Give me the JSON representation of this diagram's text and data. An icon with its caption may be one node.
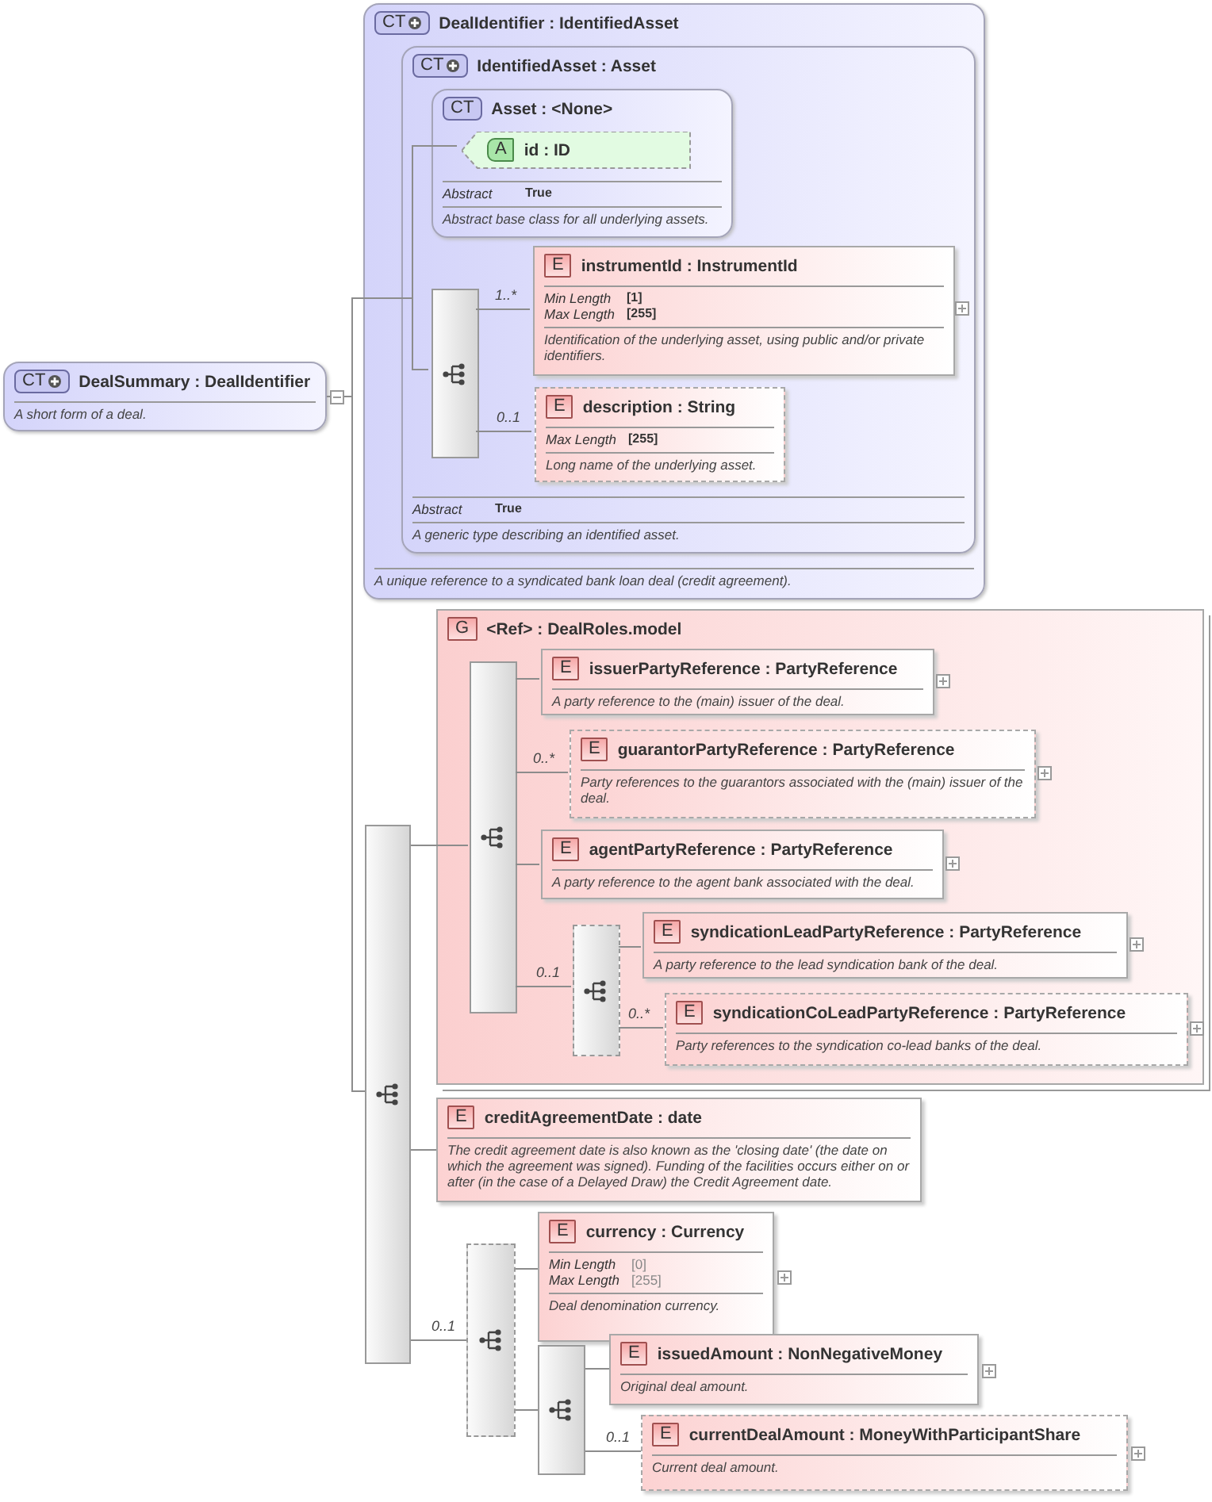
{
  "diagram": {
    "nodes": [
      {
        "text": [
          "CT",
          "DealSummary : DealIdentifier",
          "A short form of a deal."
        ]
      },
      {
        "text": [
          "CT",
          "DealIdentifier : IdentifiedAsset",
          "A unique reference to a syndicated bank loan deal (credit agreement)."
        ]
      },
      {
        "text": [
          "CT",
          "IdentifiedAsset : Asset",
          "Abstract",
          "True",
          "A generic type describing an identified asset."
        ],
        "in": 1
      },
      {
        "text": [
          "CT",
          "Asset : <None>",
          "Abstract",
          "True",
          "Abstract base class for all underlying assets."
        ],
        "in": 2
      },
      {
        "text": [
          "A",
          "id : ID"
        ],
        "in": 3
      },
      {
        "text": [],
        "shape": "box",
        "in": 2
      },
      {
        "text": [
          "E",
          "instrumentId : InstrumentId",
          "Min Length",
          "[1]",
          "Max Length",
          "[255]",
          "Identification of the underlying asset, using public and/or private identifiers."
        ],
        "in": 2
      },
      {
        "text": [
          "E",
          "description : String",
          "Max Length",
          "[255]",
          "Long name of the underlying asset."
        ],
        "in": 2
      },
      {
        "text": [],
        "shape": "box"
      },
      {
        "text": [
          "G",
          "<Ref> : DealRoles.model"
        ]
      },
      {
        "text": [],
        "shape": "box",
        "in": 9
      },
      {
        "text": [
          "E",
          "issuerPartyReference : PartyReference",
          "A party reference to the (main) issuer of the deal."
        ],
        "in": 9
      },
      {
        "text": [
          "E",
          "guarantorPartyReference : PartyReference",
          "Party references to the guarantors associated with the (main) issuer of the deal."
        ],
        "in": 9
      },
      {
        "text": [
          "E",
          "agentPartyReference : PartyReference",
          "A party reference to the agent bank associated with the deal."
        ],
        "in": 9
      },
      {
        "text": [],
        "shape": "box",
        "in": 9
      },
      {
        "text": [
          "E",
          "syndicationLeadPartyReference : PartyReference",
          "A party reference to the lead syndication bank of the deal."
        ],
        "in": 9
      },
      {
        "text": [
          "E",
          "syndicationCoLeadPartyReference : PartyReference",
          "Party references to the syndication co-lead banks of the deal."
        ],
        "in": 9
      },
      {
        "text": [
          "E",
          "creditAgreementDate : date",
          "The credit agreement date is also known as the 'closing date' (the date on which the agreement was signed). Funding of the facilities occurs either on or after (in the case of a Delayed Draw) the Credit Agreement date."
        ]
      },
      {
        "text": [],
        "shape": "box"
      },
      {
        "text": [
          "E",
          "currency : Currency",
          "Min Length",
          "[0]",
          "Max Length",
          "[255]",
          "Deal denomination currency."
        ]
      },
      {
        "text": [],
        "shape": "box"
      },
      {
        "text": [
          "E",
          "issuedAmount : NonNegativeMoney",
          "Original deal amount."
        ]
      },
      {
        "text": [
          "E",
          "currentDealAmount : MoneyWithParticipantShare",
          "Current deal amount."
        ]
      }
    ],
    "edges": [
      {
        "from": 0,
        "to": 1,
        "arrow": "none"
      },
      {
        "from": 0,
        "to": 8,
        "arrow": "none"
      },
      {
        "from": 1,
        "to": 4,
        "arrow": "none"
      },
      {
        "from": 1,
        "to": 5,
        "arrow": "none"
      },
      {
        "from": 5,
        "to": 6,
        "arrow": "none",
        "label": "1..*"
      },
      {
        "from": 5,
        "to": 7,
        "arrow": "none",
        "label": "0..1"
      },
      {
        "from": 8,
        "to": 10,
        "arrow": "none"
      },
      {
        "from": 8,
        "to": 17,
        "arrow": "none"
      },
      {
        "from": 8,
        "to": 18,
        "arrow": "none",
        "label": "0..1"
      },
      {
        "from": 10,
        "to": 11,
        "arrow": "none"
      },
      {
        "from": 10,
        "to": 12,
        "arrow": "none",
        "label": "0..*"
      },
      {
        "from": 10,
        "to": 13,
        "arrow": "none"
      },
      {
        "from": 10,
        "to": 14,
        "arrow": "none",
        "label": "0..1"
      },
      {
        "from": 14,
        "to": 15,
        "arrow": "none"
      },
      {
        "from": 14,
        "to": 16,
        "arrow": "none",
        "label": "0..*"
      },
      {
        "from": 18,
        "to": 19,
        "arrow": "none"
      },
      {
        "from": 18,
        "to": 20,
        "arrow": "none"
      },
      {
        "from": 20,
        "to": 21,
        "arrow": "none"
      },
      {
        "from": 20,
        "to": 22,
        "arrow": "none",
        "label": "0..1"
      }
    ]
  }
}
